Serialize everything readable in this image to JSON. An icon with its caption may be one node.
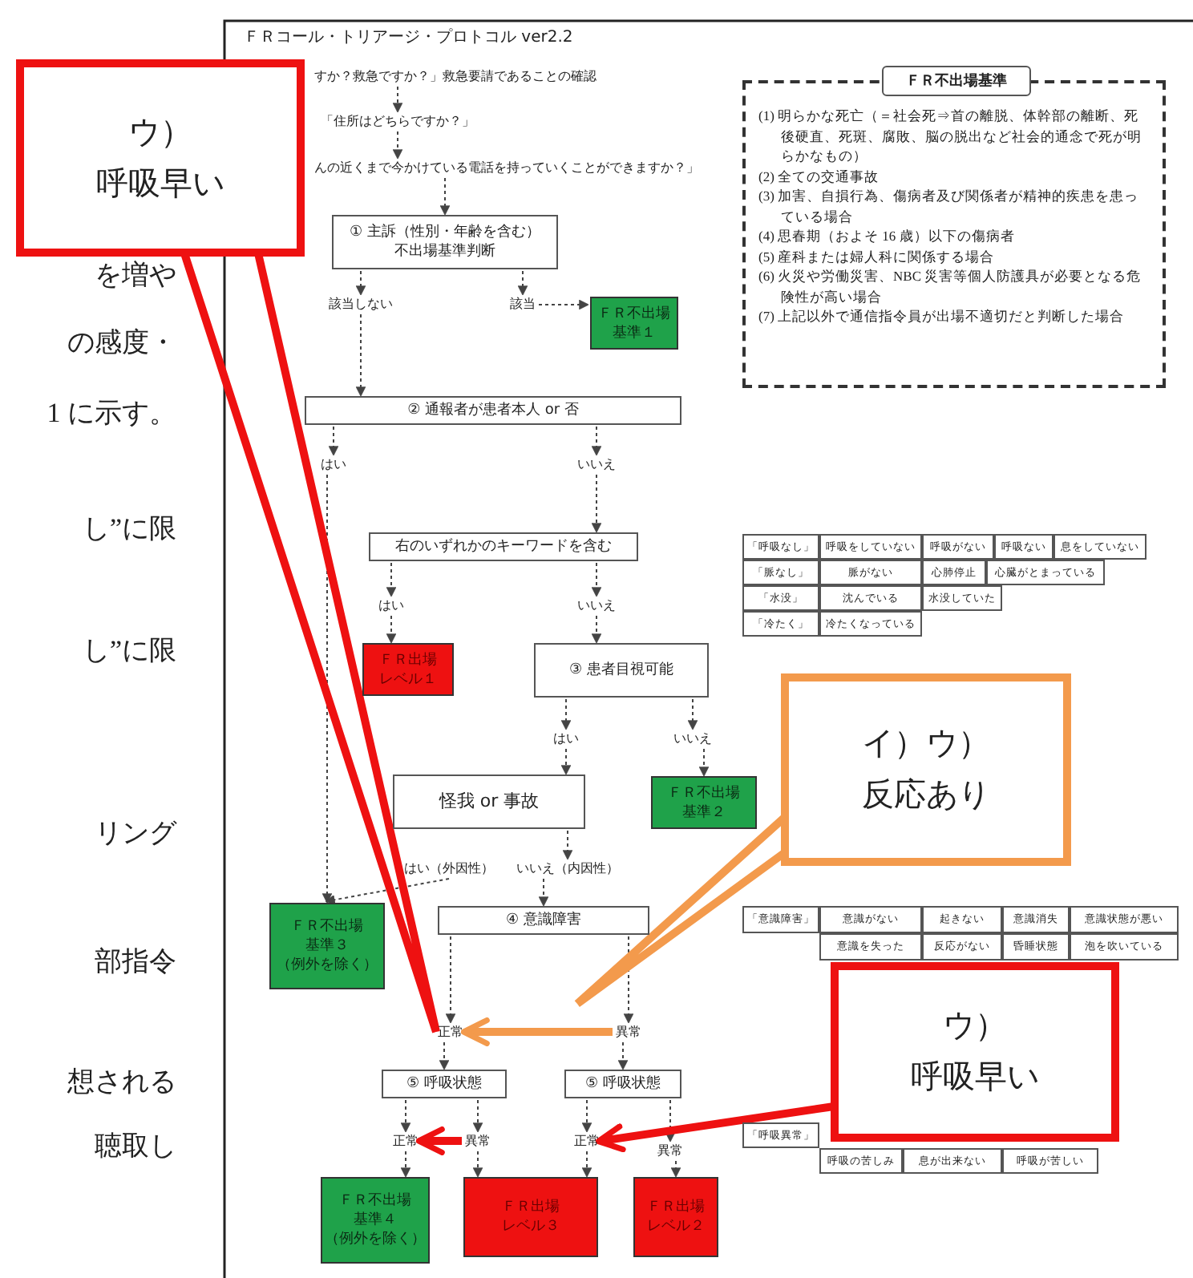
{
  "diagram": {
    "title": "ＦＲコール・トリアージ・プロトコル ver2.2",
    "nodes": [
      {
        "text": [
          "すか？救急ですか？」救急要請であることの確認"
        ]
      },
      {
        "text": [
          "「住所はどちらですか？」"
        ]
      },
      {
        "text": [
          "んの近くまで今かけている電話を持っていくことができますか？」"
        ]
      },
      {
        "text": [
          "① 主訴（性別・年齢を含む）",
          "不出場基準判断"
        ]
      },
      {
        "text": [
          "該当しない"
        ]
      },
      {
        "text": [
          "該当"
        ]
      },
      {
        "text": [
          "ＦＲ不出場基準１"
        ]
      },
      {
        "text": [
          "② 通報者が患者本人 or 否"
        ]
      },
      {
        "text": [
          "はい"
        ]
      },
      {
        "text": [
          "いいえ"
        ]
      },
      {
        "text": [
          "右のいずれかのキーワードを含む"
        ]
      },
      {
        "text": [
          "はい"
        ]
      },
      {
        "text": [
          "いいえ"
        ]
      },
      {
        "text": [
          "ＦＲ出場レベル１"
        ]
      },
      {
        "text": [
          "③ 患者目視可能"
        ]
      },
      {
        "text": [
          "はい"
        ]
      },
      {
        "text": [
          "いいえ"
        ]
      },
      {
        "text": [
          "怪我 or 事故"
        ]
      },
      {
        "text": [
          "ＦＲ不出場基準２"
        ]
      },
      {
        "text": [
          "はい（外因性）"
        ]
      },
      {
        "text": [
          "いいえ（内因性）"
        ]
      },
      {
        "text": [
          "ＦＲ不出場基準３",
          "（例外を除く）"
        ]
      },
      {
        "text": [
          "④ 意識障害"
        ]
      },
      {
        "text": [
          "正常"
        ]
      },
      {
        "text": [
          "異常"
        ]
      },
      {
        "text": [
          "⑤ 呼吸状態"
        ]
      },
      {
        "text": [
          "⑤ 呼吸状態"
        ]
      },
      {
        "text": [
          "正常"
        ]
      },
      {
        "text": [
          "異常"
        ]
      },
      {
        "text": [
          "正常"
        ]
      },
      {
        "text": [
          "異常"
        ]
      },
      {
        "text": [
          "ＦＲ不出場基準４",
          "（例外を除く）"
        ]
      },
      {
        "text": [
          "ＦＲ出場レベル３"
        ]
      },
      {
        "text": [
          "ＦＲ出場レベル２"
        ]
      },
      {
        "text": [
          "ＦＲ不出場基準",
          "(1) 明らかな死亡（＝社会死⇒首の離脱、体幹部の離断、死後硬直、死斑、腐敗、脳の脱出など社会的通念で死が明らかなもの）",
          "(2) 全ての交通事故",
          "(3) 加害、自損行為、傷病者及び関係者が精神的疾患を患っている場合",
          "(4) 思春期（およそ 16 歳）以下の傷病者",
          "(5) 産科または婦人科に関係する場合",
          "(6) 火災や労働災害、NBC 災害等個人防護具が必要となる危険性が高い場合",
          "(7) 上記以外で通信指令員が出場不適切だと判断した場合"
        ]
      },
      {
        "text": [
          "ウ）",
          "呼吸早い"
        ]
      },
      {
        "text": [
          "イ）ウ）",
          "反応あり"
        ]
      },
      {
        "text": [
          "ウ）",
          "呼吸早い"
        ]
      }
    ],
    "edges": [
      {
        "from": 0,
        "to": 1,
        "arrow": "to",
        "style": "dashed"
      },
      {
        "from": 1,
        "to": 2,
        "arrow": "to",
        "style": "dashed"
      },
      {
        "from": 2,
        "to": 3,
        "arrow": "to",
        "style": "dashed"
      },
      {
        "from": 3,
        "to": 4,
        "arrow": "to",
        "style": "dashed"
      },
      {
        "from": 3,
        "to": 5,
        "arrow": "to",
        "style": "dashed"
      },
      {
        "from": 5,
        "to": 6,
        "arrow": "to",
        "style": "dashed"
      },
      {
        "from": 4,
        "to": 7,
        "arrow": "to",
        "style": "dashed"
      },
      {
        "from": 7,
        "to": 8,
        "arrow": "to",
        "style": "dashed"
      },
      {
        "from": 7,
        "to": 9,
        "arrow": "to",
        "style": "dashed"
      },
      {
        "from": 8,
        "to": 21,
        "arrow": "to",
        "style": "dashed"
      },
      {
        "from": 9,
        "to": 10,
        "arrow": "to",
        "style": "dashed"
      },
      {
        "from": 10,
        "to": 11,
        "arrow": "to",
        "style": "dashed"
      },
      {
        "from": 10,
        "to": 12,
        "arrow": "to",
        "style": "dashed"
      },
      {
        "from": 11,
        "to": 13,
        "arrow": "to",
        "style": "dashed"
      },
      {
        "from": 12,
        "to": 14,
        "arrow": "to",
        "style": "dashed"
      },
      {
        "from": 14,
        "to": 15,
        "arrow": "to",
        "style": "dashed"
      },
      {
        "from": 14,
        "to": 16,
        "arrow": "to",
        "style": "dashed"
      },
      {
        "from": 15,
        "to": 17,
        "arrow": "to",
        "style": "dashed"
      },
      {
        "from": 16,
        "to": 18,
        "arrow": "to",
        "style": "dashed"
      },
      {
        "from": 17,
        "to": 20,
        "arrow": "to",
        "style": "dashed"
      },
      {
        "from": 19,
        "to": 21,
        "arrow": "to",
        "style": "dashed"
      },
      {
        "from": 20,
        "to": 22,
        "arrow": "to",
        "style": "dashed"
      },
      {
        "from": 22,
        "to": 23,
        "arrow": "to",
        "style": "dashed"
      },
      {
        "from": 22,
        "to": 24,
        "arrow": "to",
        "style": "dashed"
      },
      {
        "from": 23,
        "to": 25,
        "arrow": "to",
        "style": "dashed"
      },
      {
        "from": 24,
        "to": 26,
        "arrow": "to",
        "style": "dashed"
      },
      {
        "from": 25,
        "to": 27,
        "arrow": "to",
        "style": "dashed"
      },
      {
        "from": 25,
        "to": 28,
        "arrow": "to",
        "style": "dashed"
      },
      {
        "from": 26,
        "to": 29,
        "arrow": "to",
        "style": "dashed"
      },
      {
        "from": 26,
        "to": 30,
        "arrow": "to",
        "style": "dashed"
      },
      {
        "from": 27,
        "to": 31,
        "arrow": "to",
        "style": "dashed"
      },
      {
        "from": 28,
        "to": 32,
        "arrow": "to",
        "style": "dashed"
      },
      {
        "from": 29,
        "to": 32,
        "arrow": "to",
        "style": "dashed"
      },
      {
        "from": 30,
        "to": 33,
        "arrow": "to",
        "style": "dashed"
      },
      {
        "from": 35,
        "to": 23,
        "arrow": "none",
        "style": "thick",
        "color": "#ee1111"
      },
      {
        "from": 36,
        "to": null,
        "arrow": "none",
        "style": "thick",
        "color": "#f39a4c"
      },
      {
        "from": 24,
        "to": 23,
        "arrow": "to",
        "style": "thick",
        "color": "#f39a4c"
      },
      {
        "from": 37,
        "to": 29,
        "arrow": "to",
        "style": "thick",
        "color": "#ee1111"
      },
      {
        "from": 28,
        "to": 27,
        "arrow": "to",
        "style": "thick",
        "color": "#ee1111"
      }
    ],
    "labels": [
      "を増や",
      "の感度・",
      "1 に示す。",
      "し”に限",
      "し”に限",
      "リング",
      "部指令",
      "想される",
      "聴取し",
      "「呼吸なし」",
      "呼吸をしていない",
      "呼吸がない",
      "呼吸ない",
      "息をしていない",
      "「脈なし」",
      "脈がない",
      "心肺停止",
      "心臓がとまっている",
      "「水没」",
      "沈んでいる",
      "水没していた",
      "「冷たく」",
      "冷たくなっている",
      "「意識障害」",
      "意識がない",
      "起きない",
      "意識消失",
      "意識状態が悪い",
      "意識を失った",
      "反応がない",
      "昏睡状態",
      "泡を吹いている",
      "「呼吸異常」",
      "呼吸の苦しみ",
      "息が出来ない",
      "呼吸が苦しい"
    ]
  }
}
